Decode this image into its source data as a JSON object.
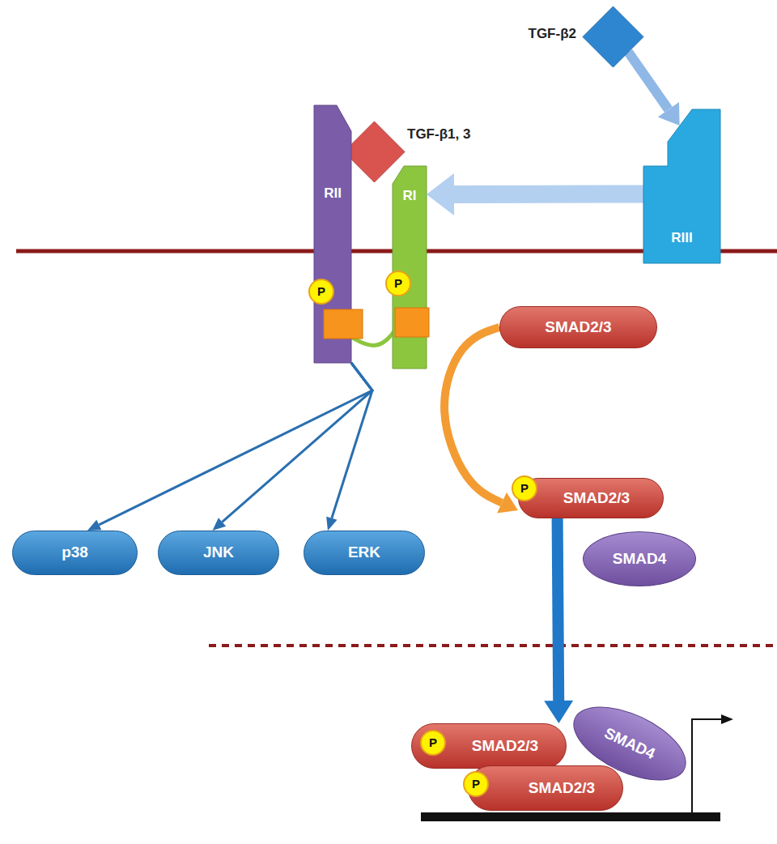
{
  "diagram": {
    "nodes": [
      {
        "text": [
          "TGF-β2"
        ]
      },
      {
        "text": [
          "TGF-β1, 3"
        ]
      },
      {
        "text": [
          "RII"
        ]
      },
      {
        "text": [
          "RI"
        ]
      },
      {
        "text": [
          "RIII"
        ]
      },
      {
        "text": [
          "P"
        ]
      },
      {
        "text": [
          "P"
        ]
      },
      {
        "text": [
          "SMAD2/3"
        ]
      },
      {
        "text": [
          "SMAD2/3"
        ]
      },
      {
        "text": [
          "P"
        ]
      },
      {
        "text": [
          "p38"
        ]
      },
      {
        "text": [
          "JNK"
        ]
      },
      {
        "text": [
          "ERK"
        ]
      },
      {
        "text": [
          "SMAD4"
        ]
      },
      {
        "text": [
          "SMAD2/3"
        ]
      },
      {
        "text": [
          "P"
        ]
      },
      {
        "text": [
          "SMAD2/3"
        ]
      },
      {
        "text": [
          "P"
        ]
      },
      {
        "text": [
          "SMAD4"
        ]
      }
    ],
    "edges": [
      {
        "from": 0,
        "to": 4,
        "arrow": "to"
      },
      {
        "from": 4,
        "to": 3,
        "arrow": "to"
      },
      {
        "from": 2,
        "to": 6,
        "arrow": "to"
      },
      {
        "from": 2,
        "to": 10,
        "arrow": "to"
      },
      {
        "from": 2,
        "to": 11,
        "arrow": "to"
      },
      {
        "from": 2,
        "to": 12,
        "arrow": "to"
      },
      {
        "from": 7,
        "to": 8,
        "arrow": "to"
      },
      {
        "from": 8,
        "to": 14,
        "arrow": "to"
      }
    ]
  }
}
